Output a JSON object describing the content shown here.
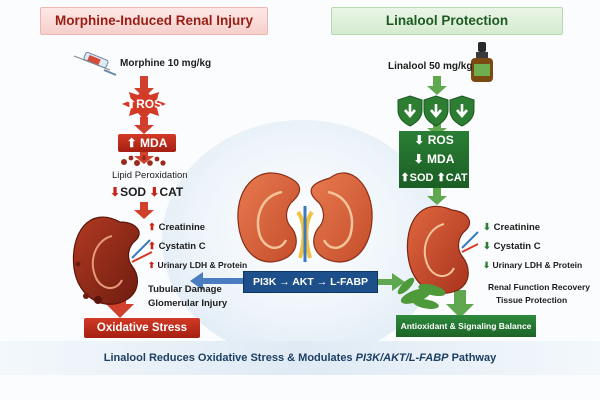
{
  "left": {
    "title": "Morphine-Induced Renal Injury",
    "dose": "Morphine 10 mg/kg",
    "ros": "ROS",
    "mda": "MDA",
    "lipid": "Lipid Peroxidation",
    "sod": "SOD",
    "cat": "CAT",
    "markers": [
      "Creatinine",
      "Cystatin C",
      "Urinary LDH & Protein"
    ],
    "damage1": "Tubular Damage",
    "damage2": "Glomerular Injury",
    "bottom": "Oxidative Stress"
  },
  "right": {
    "title": "Linalool Protection",
    "dose": "Linalool 50 mg/kg",
    "ros": "ROS",
    "mda": "MDA",
    "sod": "SOD",
    "cat": "CAT",
    "markers": [
      "Creatinine",
      "Cystatin C",
      "Urinary LDH & Protein"
    ],
    "recovery1": "Renal Function Recovery",
    "recovery2": "Tissue Protection",
    "bottom": "Antioxidant & Signaling Balance"
  },
  "center": {
    "pathway": "PI3K → AKT → L-FABP"
  },
  "footer": {
    "text": "Linalool Reduces Oxidative Stress & Modulates ",
    "pathway": "PI3K/AKT/L-FABP",
    "suffix": " Pathway"
  },
  "colors": {
    "red": "#c6261a",
    "green": "#2d7d32",
    "blue": "#1d4f8a"
  }
}
